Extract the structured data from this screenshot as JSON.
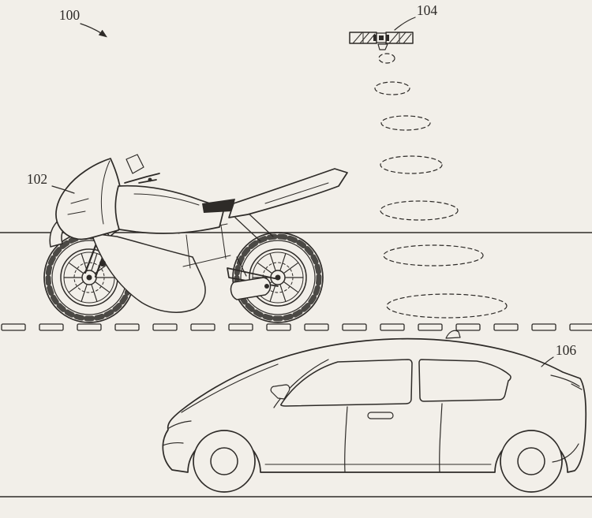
{
  "figure": {
    "background_color": "#f2efe9",
    "line_color": "#2e2b28",
    "labels": {
      "system": "100",
      "motorcycle": "102",
      "uav": "104",
      "car": "106"
    }
  }
}
